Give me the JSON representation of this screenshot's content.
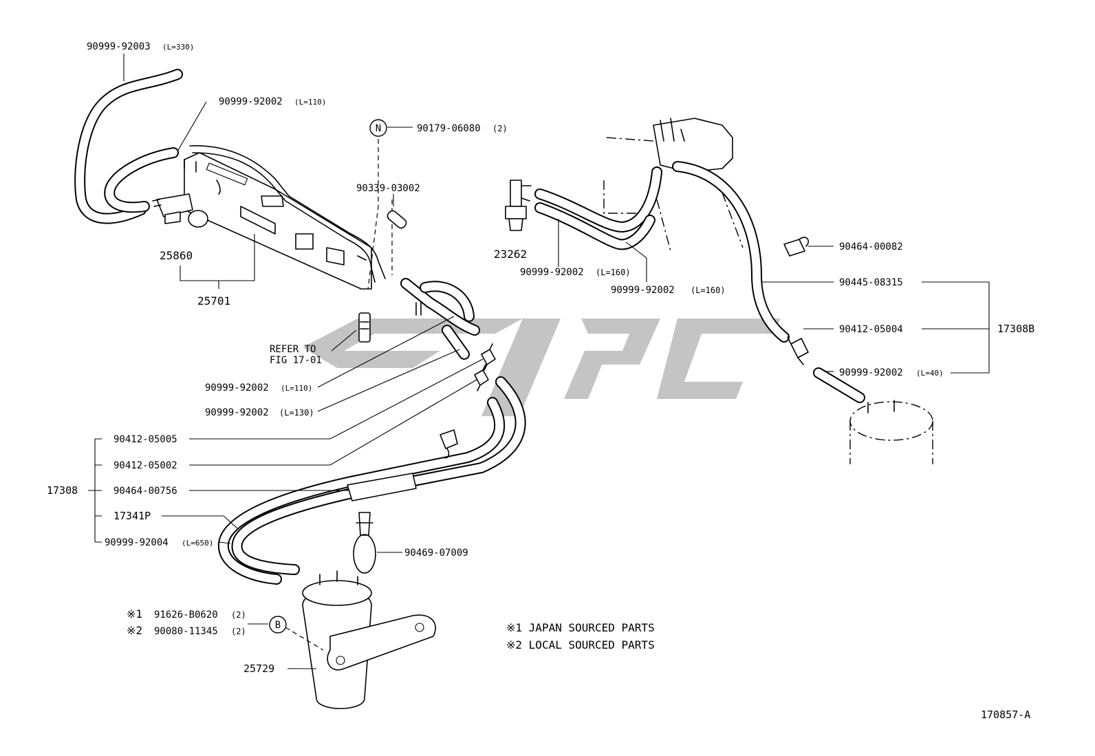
{
  "diagram": {
    "drawing_number": "170857-A",
    "left_labels": {
      "hose_l330": "90999-92003",
      "hose_l330_len": "(L=330)",
      "hose_l110_top": "90999-92002",
      "hose_l110_top_len": "(L=110)",
      "bolt_90179": "90179-06080",
      "bolt_90179_qty": "(2)",
      "plug_90339": "90339-03002",
      "vsv_25860": "25860",
      "bracket_25701": "25701",
      "refer_line1": "REFER TO",
      "refer_line2": "FIG 17-01",
      "hose_l110_mid": "90999-92002",
      "hose_l110_mid_len": "(L=110)",
      "hose_l130": "90999-92002",
      "hose_l130_len": "(L=130)",
      "group_17308": "17308",
      "conn_05005": "90412-05005",
      "conn_05002": "90412-05002",
      "clamp_00756": "90464-00756",
      "hose_17341p": "17341P",
      "hose_l650": "90999-92004",
      "hose_l650_len": "(L=650)",
      "clamp_07009": "90469-07009",
      "note1_mark": "※1",
      "note1_part": "91626-B0620",
      "note1_qty": "(2)",
      "note2_mark": "※2",
      "note2_part": "90080-11345",
      "note2_qty": "(2)",
      "filter_25729": "25729",
      "circle_n": "N",
      "circle_b": "B"
    },
    "right_labels": {
      "sensor_23262": "23262",
      "hose_l160_a": "90999-92002",
      "hose_l160_a_len": "(L=160)",
      "hose_l160_b": "90999-92002",
      "hose_l160_b_len": "(L=160)",
      "clip_00082": "90464-00082",
      "hose_08315": "90445-08315",
      "conn_05004": "90412-05004",
      "hose_l40": "90999-92002",
      "hose_l40_len": "(L=40)",
      "group_17308b": "17308B"
    },
    "notes": {
      "note1": "※1 JAPAN SOURCED PARTS",
      "note2": "※2 LOCAL SOURCED PARTS"
    }
  }
}
